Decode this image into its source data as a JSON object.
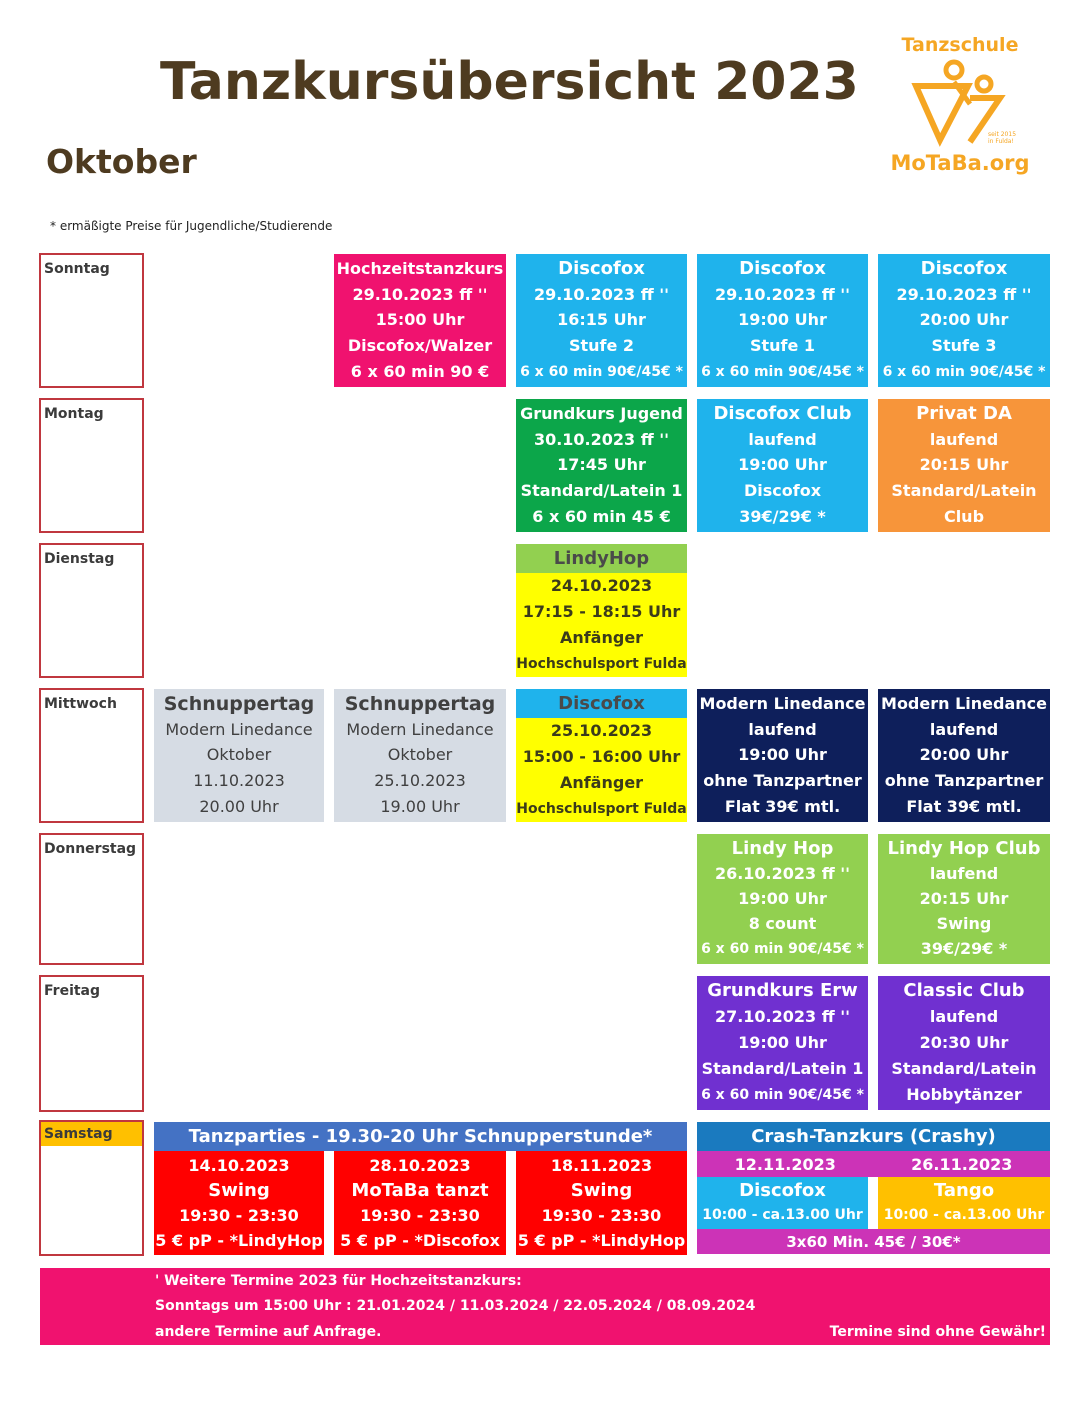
{
  "header": {
    "title": "Tanzkursübersicht 2023",
    "month": "Oktober",
    "footnote": "* ermäßigte Preise für Jugendliche/Studierende"
  },
  "logo": {
    "top": "Tanzschule",
    "bottom": "MoTaBa.org",
    "small": [
      "seit 2015",
      "in Fulda!"
    ]
  },
  "days": [
    "Sonntag",
    "Montag",
    "Dienstag",
    "Mittwoch",
    "Donnerstag",
    "Freitag",
    "Samstag"
  ],
  "colors": {
    "pink": "#f0126f",
    "blue": "#1fb3ec",
    "green": "#0ca64a",
    "orange": "#f7953a",
    "lightgreen": "#92d050",
    "yellow": "#ffff00",
    "grey": "#d6dce4",
    "navy": "#0e1f5b",
    "purple": "#7030d0",
    "red": "#ff0000",
    "steelblue": "#4472c4",
    "magenta": "#cc33b7",
    "amber": "#ffc000",
    "border": "#c0373f",
    "title": "#4e3b20",
    "logo": "#f5a623"
  },
  "sonntag": [
    [
      "Hochzeitstanzkurs",
      "29.10.2023  ff ''",
      "15:00 Uhr",
      "Discofox/Walzer",
      "6 x 60 min 90 €"
    ],
    [
      "Discofox",
      "29.10.2023  ff ''",
      "16:15 Uhr",
      "Stufe 2",
      "6 x 60 min 90€/45€ *"
    ],
    [
      "Discofox",
      "29.10.2023  ff ''",
      "19:00 Uhr",
      "Stufe 1",
      "6 x 60 min 90€/45€ *"
    ],
    [
      "Discofox",
      "29.10.2023  ff ''",
      "20:00 Uhr",
      "Stufe 3",
      "6 x 60 min 90€/45€ *"
    ]
  ],
  "montag": [
    [
      "Grundkurs Jugend",
      "30.10.2023 ff ''",
      "17:45 Uhr",
      "Standard/Latein 1",
      "6 x 60 min 45 €"
    ],
    [
      "Discofox Club",
      "laufend",
      "19:00 Uhr",
      "Discofox",
      "39€/29€ *"
    ],
    [
      "Privat DA",
      "laufend",
      "20:15 Uhr",
      "Standard/Latein",
      "Club"
    ]
  ],
  "dienstag": [
    [
      "LindyHop",
      "24.10.2023",
      "17:15 - 18:15 Uhr",
      "Anfänger",
      "Hochschulsport  Fulda"
    ]
  ],
  "mittwoch": [
    [
      "Schnuppertag",
      "Modern Linedance",
      "Oktober",
      "11.10.2023",
      "20.00 Uhr"
    ],
    [
      "Schnuppertag",
      "Modern Linedance",
      "Oktober",
      "25.10.2023",
      "19.00 Uhr"
    ],
    [
      "Discofox",
      "25.10.2023",
      "15:00 - 16:00 Uhr",
      "Anfänger",
      "Hochschulsport  Fulda"
    ],
    [
      "Modern Linedance",
      "laufend",
      "19:00 Uhr",
      "ohne Tanzpartner",
      "Flat 39€ mtl."
    ],
    [
      "Modern Linedance",
      "laufend",
      "20:00 Uhr",
      "ohne Tanzpartner",
      "Flat 39€ mtl."
    ]
  ],
  "donnerstag": [
    [
      "Lindy Hop",
      "26.10.2023 ff ''",
      "19:00 Uhr",
      "8 count",
      "6 x 60 min 90€/45€ *"
    ],
    [
      "Lindy Hop Club",
      "laufend",
      "20:15 Uhr",
      "Swing",
      "39€/29€ *"
    ]
  ],
  "freitag": [
    [
      "Grundkurs Erw",
      "27.10.2023 ff ''",
      "19:00 Uhr",
      "Standard/Latein 1",
      "6 x 60 min 90€/45€ *"
    ],
    [
      "Classic Club",
      "laufend",
      "20:30 Uhr",
      "Standard/Latein",
      "Hobbytänzer"
    ]
  ],
  "samstag": {
    "parties_header": "Tanzparties - 19.30-20 Uhr Schnupperstunde*",
    "parties": [
      [
        "14.10.2023",
        "Swing",
        "19:30 - 23:30",
        "5 € pP - *LindyHop"
      ],
      [
        "28.10.2023",
        "MoTaBa tanzt",
        "19:30 - 23:30",
        "5 € pP - *Discofox"
      ],
      [
        "18.11.2023",
        "Swing",
        "19:30 - 23:30",
        "5 € pP - *LindyHop"
      ]
    ],
    "crash_header": "Crash-Tanzkurs (Crashy)",
    "crash_dates": [
      "12.11.2023",
      "26.11.2023"
    ],
    "crash_courses": [
      [
        "Discofox",
        "10:00 - ca.13.00 Uhr"
      ],
      [
        "Tango",
        "10:00 - ca.13.00 Uhr"
      ]
    ],
    "crash_price": "3x60 Min. 45€ / 30€*"
  },
  "footer": {
    "line1": "' Weitere Termine 2023 für Hochzeitstanzkurs:",
    "line2": "Sonntags um 15:00 Uhr :  21.01.2024 / 11.03.2024 / 22.05.2024 / 08.09.2024",
    "line3": "andere Termine auf Anfrage.",
    "right": "Termine sind ohne Gewähr!"
  }
}
